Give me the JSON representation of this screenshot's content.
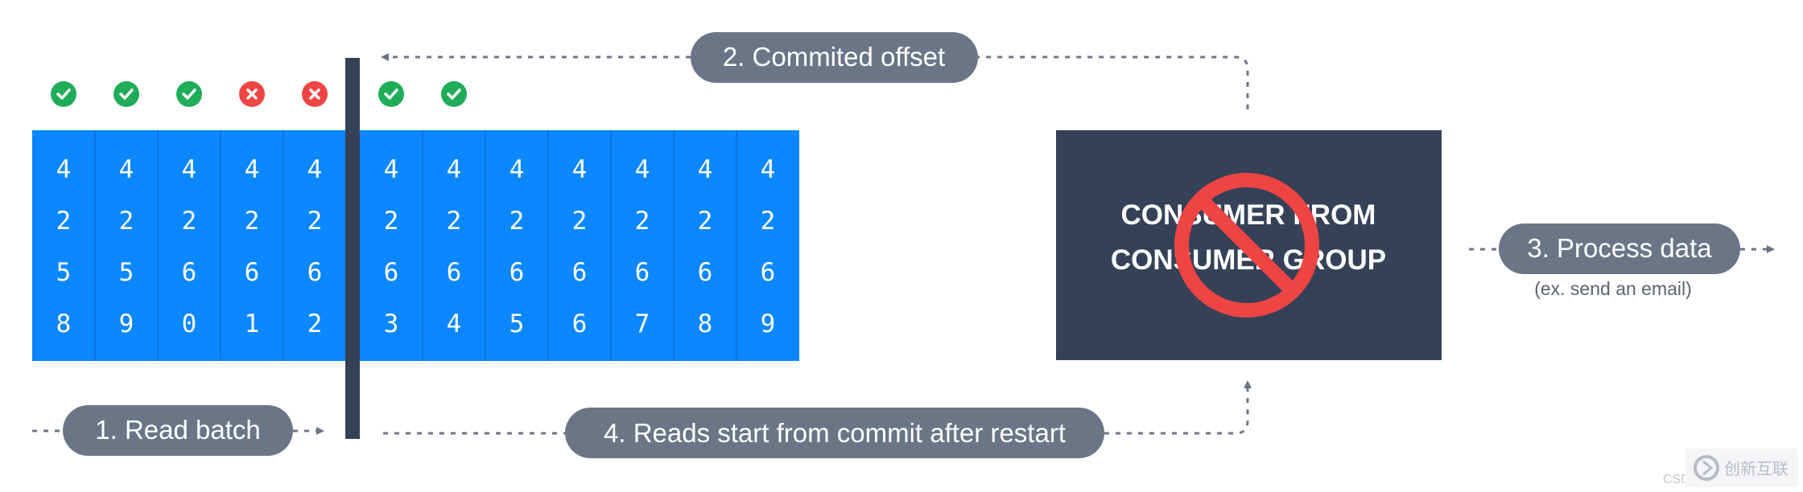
{
  "colors": {
    "offset_cell": "#0b87ff",
    "cell_divider": "#0a6fd6",
    "pill": "#6b7587",
    "consumer_box": "#354157",
    "commit_bar": "#354157",
    "no_sign": "#ef4444",
    "check": "#1fad5a",
    "cross": "#ef4444",
    "connector": "#6b7587",
    "cell_text": "#ffffff",
    "note_text": "#5a6270"
  },
  "offsets": {
    "before_commit": [
      {
        "value": "4258",
        "status": "ok"
      },
      {
        "value": "4259",
        "status": "ok"
      },
      {
        "value": "4260",
        "status": "ok"
      },
      {
        "value": "4261",
        "status": "failed"
      },
      {
        "value": "4262",
        "status": "failed"
      }
    ],
    "after_commit": [
      {
        "value": "4263",
        "status": "ok"
      },
      {
        "value": "4264",
        "status": "ok"
      },
      {
        "value": "4265",
        "status": null
      },
      {
        "value": "4266",
        "status": null
      },
      {
        "value": "4267",
        "status": null
      },
      {
        "value": "4268",
        "status": null
      },
      {
        "value": "4269",
        "status": null
      }
    ]
  },
  "status_icons": {
    "ok": "check-icon",
    "failed": "cross-icon"
  },
  "steps": {
    "read_batch": "1. Read batch",
    "commited_offset": "2. Commited offset",
    "process_data": "3. Process data",
    "process_data_note": "(ex. send an email)",
    "reads_after_restart": "4. Reads start from commit after restart"
  },
  "consumer": {
    "line1": "CONSUMER FROM",
    "line2": "CONSUMER GROUP",
    "overlay_icon": "no-entry-icon"
  },
  "watermark": {
    "left_text": "CSD",
    "brand_text": "创新互联"
  }
}
